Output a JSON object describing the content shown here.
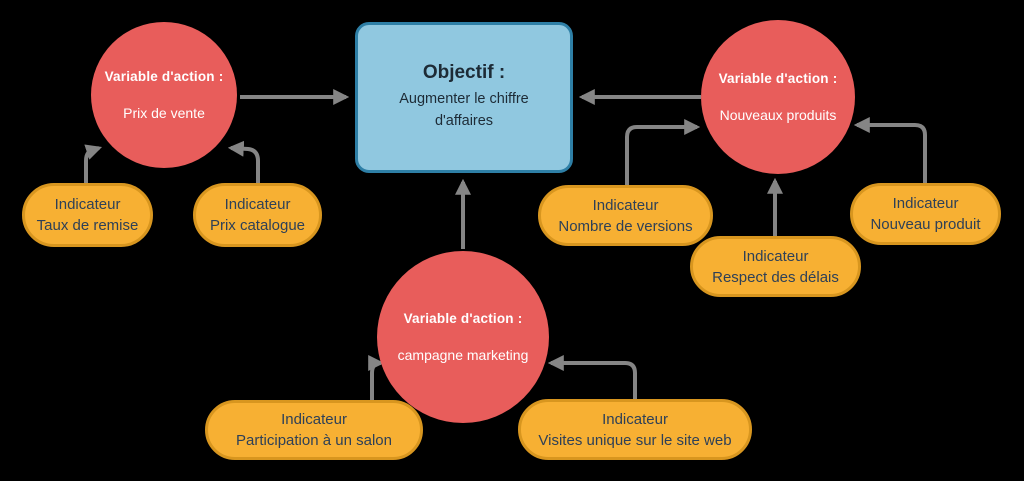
{
  "objective": {
    "title": "Objectif :",
    "subtitle": "Augmenter le chiffre d'affaires"
  },
  "variables": [
    {
      "id": "prix-de-vente",
      "label": "Variable d'action :",
      "name": "Prix de vente"
    },
    {
      "id": "nouveaux-produits",
      "label": "Variable d'action :",
      "name": "Nouveaux produits"
    },
    {
      "id": "campagne-marketing",
      "label": "Variable d'action :",
      "name": "campagne marketing"
    }
  ],
  "indicators": [
    {
      "id": "taux-de-remise",
      "label": "Indicateur",
      "name": "Taux de remise"
    },
    {
      "id": "prix-catalogue",
      "label": "Indicateur",
      "name": "Prix catalogue"
    },
    {
      "id": "nombre-de-versions",
      "label": "Indicateur",
      "name": "Nombre de versions"
    },
    {
      "id": "respect-des-delais",
      "label": "Indicateur",
      "name": "Respect des délais"
    },
    {
      "id": "nouveau-produit",
      "label": "Indicateur",
      "name": "Nouveau produit"
    },
    {
      "id": "participation-salon",
      "label": "Indicateur",
      "name": "Participation à un salon"
    },
    {
      "id": "visites-site-web",
      "label": "Indicateur",
      "name": "Visites unique sur le site web"
    }
  ],
  "edges": [
    {
      "from": "prix-de-vente",
      "to": "objectif"
    },
    {
      "from": "nouveaux-produits",
      "to": "objectif"
    },
    {
      "from": "campagne-marketing",
      "to": "objectif"
    },
    {
      "from": "taux-de-remise",
      "to": "prix-de-vente"
    },
    {
      "from": "prix-catalogue",
      "to": "prix-de-vente"
    },
    {
      "from": "nombre-de-versions",
      "to": "nouveaux-produits"
    },
    {
      "from": "respect-des-delais",
      "to": "nouveaux-produits"
    },
    {
      "from": "nouveau-produit",
      "to": "nouveaux-produits"
    },
    {
      "from": "participation-salon",
      "to": "campagne-marketing"
    },
    {
      "from": "visites-site-web",
      "to": "campagne-marketing"
    }
  ],
  "colors": {
    "background": "#000000",
    "variable_fill": "#e85d5b",
    "variable_text": "#ffffff",
    "objective_fill": "#90c8e0",
    "objective_border": "#2e7fa6",
    "objective_text": "#1d2b36",
    "indicator_fill": "#f7b033",
    "indicator_border": "#d8961f",
    "indicator_text": "#2e4057",
    "arrow": "#858585"
  }
}
